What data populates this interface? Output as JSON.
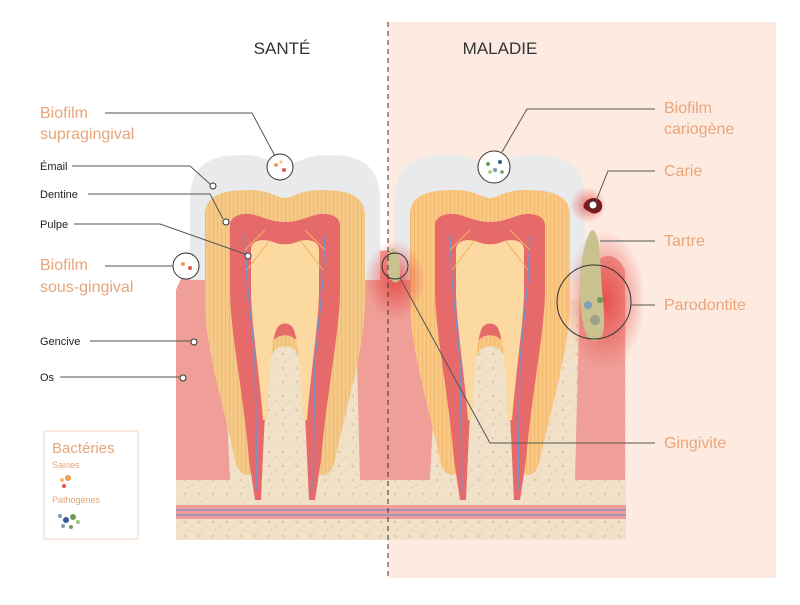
{
  "headers": {
    "healthy": "SANTÉ",
    "disease": "MALADIE"
  },
  "left_labels": {
    "biofilm_supra_1": "Biofilm",
    "biofilm_supra_2": "supragingival",
    "email": "Émail",
    "dentine": "Dentine",
    "pulpe": "Pulpe",
    "biofilm_sous_1": "Biofilm",
    "biofilm_sous_2": "sous-gingival",
    "gencive": "Gencive",
    "os": "Os"
  },
  "right_labels": {
    "biofilm_cario_1": "Biofilm",
    "biofilm_cario_2": "cariogène",
    "carie": "Carie",
    "tartre": "Tartre",
    "parodontite": "Parodontite",
    "gingivite": "Gingivite"
  },
  "legend": {
    "title": "Bactéries",
    "healthy": "Saines",
    "pathogenic": "Pathogènes"
  },
  "colors": {
    "accent_label": "#e8a57a",
    "disease_bg": "#fdebe2",
    "bone": "#f1e1c8",
    "gum": "#ef9f97",
    "enamel": "#e9eaec",
    "dentin": "#f7c986",
    "pulp": "#e76a6a",
    "tartar": "#c9c28f"
  }
}
